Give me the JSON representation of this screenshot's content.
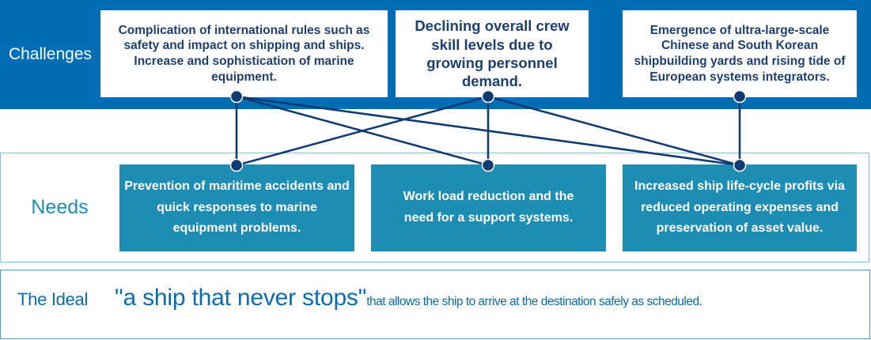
{
  "challenges": {
    "label": "Challenges",
    "items": [
      {
        "text": "Complication of international rules such as safety and impact on shipping and ships. Increase and sophistication of marine equipment."
      },
      {
        "text": "Declining overall crew skill levels due to growing personnel demand."
      },
      {
        "text": "Emergence of ultra-large-scale Chinese and South Korean shipbuilding yards and rising tide of European systems integrators."
      }
    ]
  },
  "needs": {
    "label": "Needs",
    "items": [
      {
        "text": "Prevention of maritime accidents and quick responses to marine equipment problems."
      },
      {
        "text": "Work load reduction and the need for a support systems."
      },
      {
        "text": "Increased ship life-cycle profits via reduced operating expenses and preservation of asset value."
      }
    ]
  },
  "links": [
    {
      "from": 0,
      "to": 0
    },
    {
      "from": 0,
      "to": 1
    },
    {
      "from": 0,
      "to": 2
    },
    {
      "from": 1,
      "to": 0
    },
    {
      "from": 1,
      "to": 1
    },
    {
      "from": 1,
      "to": 2
    },
    {
      "from": 2,
      "to": 2
    }
  ],
  "ideal": {
    "label": "The Ideal",
    "quote": "\"a ship that never stops\"",
    "tail": "that allows the ship to arrive at the destination safely as scheduled."
  },
  "colors": {
    "challenge_band": "#006db4",
    "challenge_text": "#1d3f73",
    "need_box": "#1e8db3",
    "link_line": "#123a72",
    "ideal_text": "#0a6cb2"
  }
}
